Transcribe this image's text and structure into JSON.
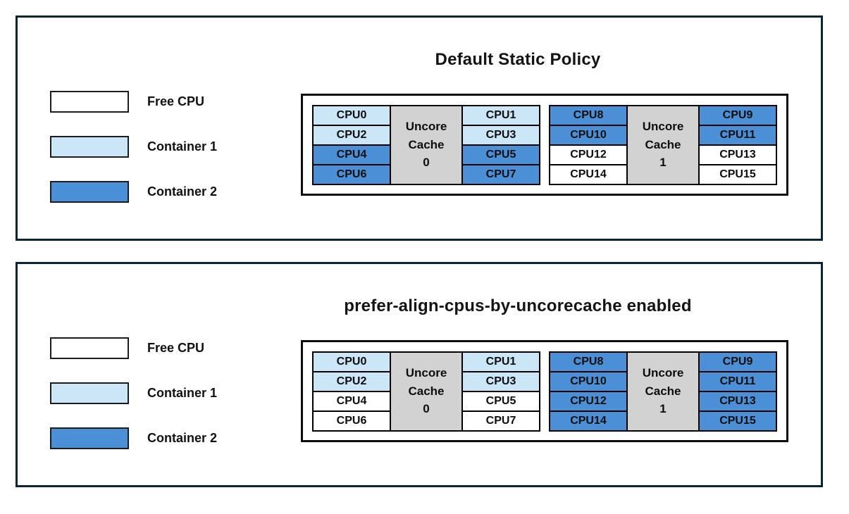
{
  "colors": {
    "free": "#ffffff",
    "container1": "#cbe7f7",
    "container2": "#4b90d6",
    "uncore": "#d2d2d2",
    "panel_border": "#0a2634"
  },
  "legend": {
    "items": [
      {
        "label": "Free CPU",
        "state": "free"
      },
      {
        "label": "Container 1",
        "state": "container1"
      },
      {
        "label": "Container 2",
        "state": "container2"
      }
    ]
  },
  "panels": [
    {
      "title": "Default Static Policy",
      "groups": [
        {
          "uncore": {
            "line1": "Uncore",
            "line2": "Cache",
            "line3": "0"
          },
          "left": [
            {
              "label": "CPU0",
              "state": "container1"
            },
            {
              "label": "CPU2",
              "state": "container1"
            },
            {
              "label": "CPU4",
              "state": "container2"
            },
            {
              "label": "CPU6",
              "state": "container2"
            }
          ],
          "right": [
            {
              "label": "CPU1",
              "state": "container1"
            },
            {
              "label": "CPU3",
              "state": "container1"
            },
            {
              "label": "CPU5",
              "state": "container2"
            },
            {
              "label": "CPU7",
              "state": "container2"
            }
          ]
        },
        {
          "uncore": {
            "line1": "Uncore",
            "line2": "Cache",
            "line3": "1"
          },
          "left": [
            {
              "label": "CPU8",
              "state": "container2"
            },
            {
              "label": "CPU10",
              "state": "container2"
            },
            {
              "label": "CPU12",
              "state": "free"
            },
            {
              "label": "CPU14",
              "state": "free"
            }
          ],
          "right": [
            {
              "label": "CPU9",
              "state": "container2"
            },
            {
              "label": "CPU11",
              "state": "container2"
            },
            {
              "label": "CPU13",
              "state": "free"
            },
            {
              "label": "CPU15",
              "state": "free"
            }
          ]
        }
      ]
    },
    {
      "title": "prefer-align-cpus-by-uncorecache enabled",
      "groups": [
        {
          "uncore": {
            "line1": "Uncore",
            "line2": "Cache",
            "line3": "0"
          },
          "left": [
            {
              "label": "CPU0",
              "state": "container1"
            },
            {
              "label": "CPU2",
              "state": "container1"
            },
            {
              "label": "CPU4",
              "state": "free"
            },
            {
              "label": "CPU6",
              "state": "free"
            }
          ],
          "right": [
            {
              "label": "CPU1",
              "state": "container1"
            },
            {
              "label": "CPU3",
              "state": "container1"
            },
            {
              "label": "CPU5",
              "state": "free"
            },
            {
              "label": "CPU7",
              "state": "free"
            }
          ]
        },
        {
          "uncore": {
            "line1": "Uncore",
            "line2": "Cache",
            "line3": "1"
          },
          "left": [
            {
              "label": "CPU8",
              "state": "container2"
            },
            {
              "label": "CPU10",
              "state": "container2"
            },
            {
              "label": "CPU12",
              "state": "container2"
            },
            {
              "label": "CPU14",
              "state": "container2"
            }
          ],
          "right": [
            {
              "label": "CPU9",
              "state": "container2"
            },
            {
              "label": "CPU11",
              "state": "container2"
            },
            {
              "label": "CPU13",
              "state": "container2"
            },
            {
              "label": "CPU15",
              "state": "container2"
            }
          ]
        }
      ]
    }
  ]
}
